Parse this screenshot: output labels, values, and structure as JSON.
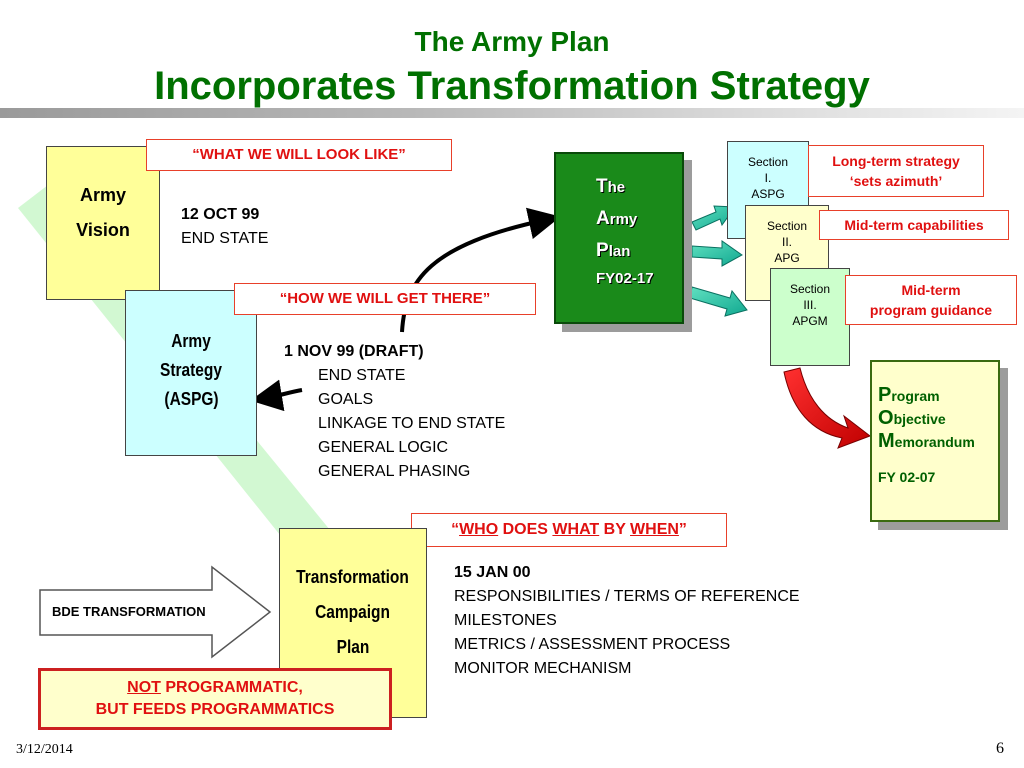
{
  "slide": {
    "title_line1": "The Army Plan",
    "title_line2": "Incorporates Transformation Strategy",
    "date": "3/12/2014",
    "page_number": "6"
  },
  "vision": {
    "line1": "Army",
    "line2": "Vision"
  },
  "callout_look": "“WHAT WE WILL LOOK LIKE”",
  "vision_date": "12 OCT 99",
  "vision_state": "END STATE",
  "strategy": {
    "line1": "Army",
    "line2": "Strategy",
    "line3": "(ASPG)"
  },
  "callout_get": "“HOW WE WILL GET THERE”",
  "draft": {
    "heading": "1 NOV 99 (DRAFT)",
    "items": [
      "END STATE",
      "GOALS",
      "LINKAGE TO END STATE",
      "GENERAL LOGIC",
      "GENERAL PHASING"
    ]
  },
  "army_plan": {
    "l1a": "T",
    "l1b": "he",
    "l2a": "A",
    "l2b": "rmy",
    "l3a": "P",
    "l3b": "lan",
    "l4": "FY02-17"
  },
  "sections": [
    {
      "l1": "Section",
      "l2": "I.",
      "l3": "ASPG"
    },
    {
      "l1": "Section",
      "l2": "II.",
      "l3": "APG"
    },
    {
      "l1": "Section",
      "l2": "III.",
      "l3": "APGM"
    }
  ],
  "callouts_right": {
    "long_term_1": "Long-term strategy",
    "long_term_2": "‘sets azimuth’",
    "mid_cap": "Mid-term capabilities",
    "mid_prog_1": "Mid-term",
    "mid_prog_2": "program guidance"
  },
  "pom": {
    "p1": "P",
    "p1b": "rogram",
    "p2": "O",
    "p2b": "bjective",
    "p3": "M",
    "p3b": "emorandum",
    "fy": "FY 02-07"
  },
  "callout_who": {
    "q1": "“",
    "who": "WHO",
    "does": " DOES ",
    "what": "WHAT",
    "by": " BY ",
    "when": "WHEN",
    "q2": "”"
  },
  "tcp": {
    "line1": "Transformation",
    "line2": "Campaign",
    "line3": "Plan"
  },
  "jan": {
    "heading": "15 JAN 00",
    "items": [
      "RESPONSIBILITIES / TERMS OF REFERENCE",
      "MILESTONES",
      "METRICS / ASSESSMENT PROCESS",
      "MONITOR MECHANISM"
    ]
  },
  "bde": "BDE TRANSFORMATION",
  "not_prog": {
    "not": "NOT",
    "rest1": " PROGRAMMATIC,",
    "line2": "BUT FEEDS PROGRAMMATICS"
  },
  "colors": {
    "title_green": "#007000",
    "plan_green": "#1a8a1a",
    "vision_yellow": "#ffff99",
    "strategy_cyan": "#ccffff",
    "callout_red": "#e01010",
    "arrow_teal": "#20c0a0",
    "arrow_red": "#e00000"
  }
}
